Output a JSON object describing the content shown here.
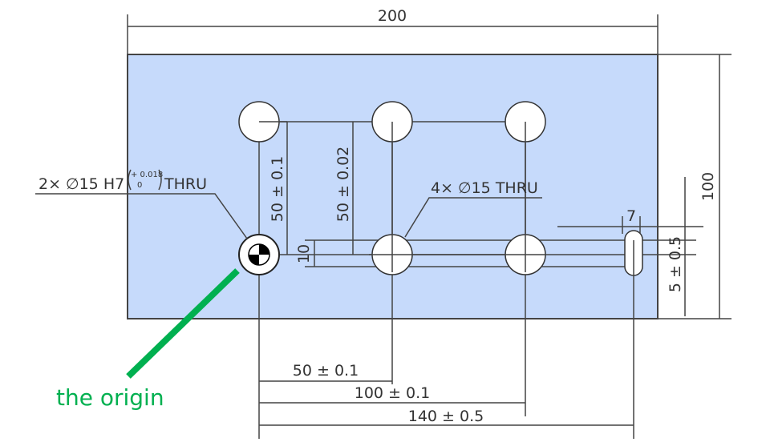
{
  "colors": {
    "plate": "#c6dafb",
    "line": "#444444",
    "annotation": "#00b050"
  },
  "dimensions": {
    "overall_width": "200",
    "overall_height": "100",
    "vert_50_a": "50 ± 0.1",
    "vert_50_b": "50 ± 0.02",
    "slot_offset": "10",
    "slot_width": "7",
    "slot_height": "5 ± 0.5",
    "horiz_50": "50 ± 0.1",
    "horiz_100": "100 ± 0.1",
    "horiz_140": "140 ± 0.5"
  },
  "callouts": {
    "precision_holes": {
      "prefix": "2× ∅15 H7",
      "tol_upper": "+ 0.018",
      "tol_lower": "0",
      "suffix": "THRU"
    },
    "plain_holes": "4× ∅15 THRU"
  },
  "annotation": {
    "label": "the origin"
  }
}
